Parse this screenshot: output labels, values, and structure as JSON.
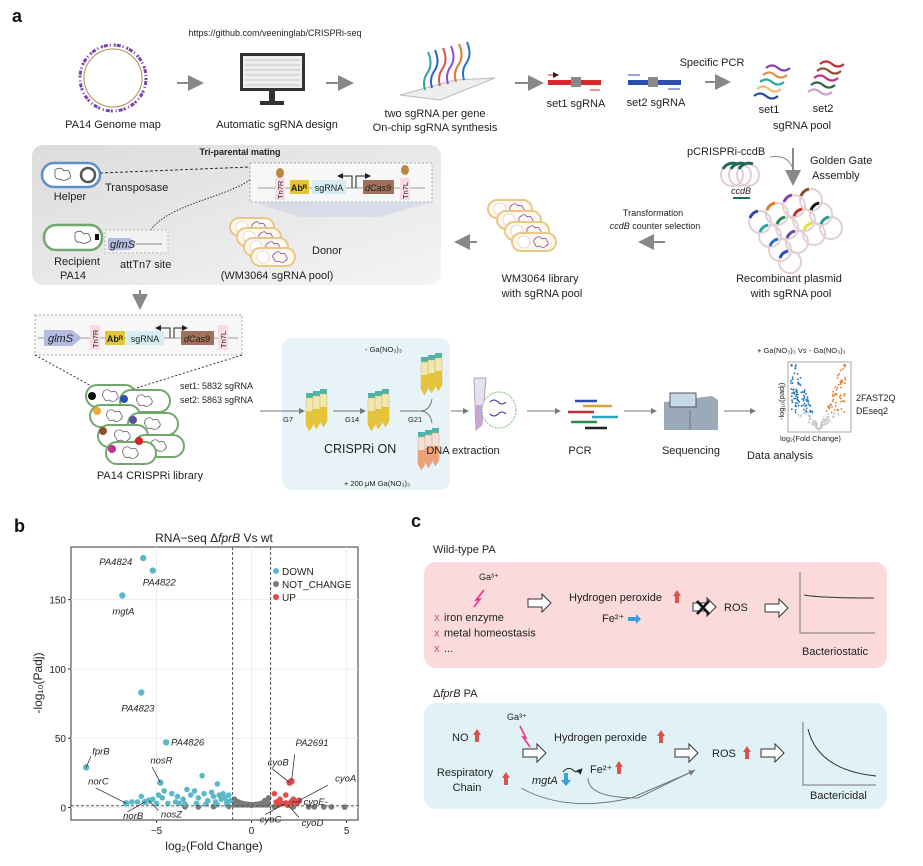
{
  "panel_a": {
    "label": "a",
    "url": "https://github.com/veeninglab/CRISPRi-seq",
    "genome_map": "PA14 Genome map",
    "sgrna_design": "Automatic sgRNA design",
    "chip_line1": "two sgRNA per gene",
    "chip_line2": "On-chip sgRNA synthesis",
    "set1_sgrna": "set1 sgRNA",
    "set2_sgrna": "set2 sgRNA",
    "specific_pcr": "Specific PCR",
    "pool_set1": "set1",
    "pool_set2": "set2",
    "sgrna_pool": "sgRNA pool",
    "pcrispri": "pCRISPRi-ccdB",
    "ccdb": "ccdB",
    "golden_gate_1": "Golden Gate",
    "golden_gate_2": "Assembly",
    "recombinant_1": "Recombinant plasmid",
    "recombinant_2": "with sgRNA pool",
    "transformation": "Transformation",
    "counter_sel_gene": "ccdB",
    "counter_sel_rest": " counter selection",
    "wm3064_1": "WM3064 library",
    "wm3064_2": "with sgRNA pool",
    "mating_title": "Tri-parental mating",
    "helper": "Helper",
    "transposase": "Transposase",
    "recipient": "Recipient",
    "pa14": "PA14",
    "glms": "glmS",
    "atttn7": "attTn7 site",
    "donor": "Donor",
    "donor_pool": "(WM3064 sgRNA pool)",
    "tn7r": "Tn7R",
    "tn7l": "Tn7L",
    "abr": "Abᴿ",
    "sgrna": "sgRNA",
    "dcas9": "dCas9",
    "set1_count": "set1: 5832 sgRNA",
    "set2_count": "set2: 5863 sgRNA",
    "library": "PA14 CRISPRi library",
    "g7": "G7",
    "g14": "G14",
    "g21": "G21",
    "minus_ga": "- Ga(NO₃)₃",
    "crispri_on": "CRISPRi ON",
    "plus_ga": "+ 200 μM Ga(NO₃)₃",
    "dna_extraction": "DNA extraction",
    "pcr": "PCR",
    "sequencing": "Sequencing",
    "mini_title": "+ Ga(NO₃)₃ Vs - Ga(NO₃)₃",
    "mini_ylabel": "-log₁₀(padj)",
    "mini_xlabel": "log₂(Fold Change)",
    "tool1": "2FAST2Q",
    "tool2": "DEseq2",
    "data_analysis": "Data analysis",
    "colors": {
      "down": "#1f6fb4",
      "up": "#e8731c",
      "ns": "#c8c8c8"
    }
  },
  "panel_b": {
    "label": "b"
  },
  "chart_data": {
    "type": "scatter",
    "title_pre": "RNA−seq Δ",
    "title_gene": "fprB",
    "title_post": "  Vs wt",
    "xlabel": "log₂(Fold Change)",
    "ylabel": "-log₁₀(Padj)",
    "xlim": [
      -9.5,
      5.6
    ],
    "ylim": [
      -9,
      188
    ],
    "xticks": [
      -5,
      0,
      5
    ],
    "yticks": [
      0,
      50,
      100,
      150
    ],
    "grid": true,
    "thresholds": {
      "log2fc": [
        -1,
        1
      ],
      "neg_log10_padj": 1.3
    },
    "legend": {
      "placement": "top-right",
      "entries": [
        {
          "name": "DOWN",
          "color": "#5bb8c9"
        },
        {
          "name": "NOT_CHANGE",
          "color": "#7a7a7a"
        },
        {
          "name": "UP",
          "color": "#e04b4b"
        }
      ]
    },
    "labeled_points": [
      {
        "gene": "PA4824",
        "x": -5.7,
        "y": 180,
        "group": "DOWN"
      },
      {
        "gene": "PA4822",
        "x": -5.2,
        "y": 171,
        "group": "DOWN"
      },
      {
        "gene": "mgtA",
        "x": -6.8,
        "y": 153,
        "group": "DOWN"
      },
      {
        "gene": "PA4823",
        "x": -5.8,
        "y": 83,
        "group": "DOWN"
      },
      {
        "gene": "PA4826",
        "x": -4.5,
        "y": 47,
        "group": "DOWN"
      },
      {
        "gene": "fprB",
        "x": -8.7,
        "y": 29,
        "group": "DOWN"
      },
      {
        "gene": "norC",
        "x": -6.6,
        "y": 3,
        "group": "DOWN"
      },
      {
        "gene": "norB",
        "x": -5.6,
        "y": 4,
        "group": "DOWN"
      },
      {
        "gene": "nosR",
        "x": -4.8,
        "y": 18,
        "group": "DOWN"
      },
      {
        "gene": "nosZ",
        "x": -5.4,
        "y": 5,
        "group": "DOWN"
      },
      {
        "gene": "PA2691",
        "x": 2.1,
        "y": 19,
        "group": "UP"
      },
      {
        "gene": "cyoB",
        "x": 2.0,
        "y": 18,
        "group": "UP"
      },
      {
        "gene": "cyoA",
        "x": 2.5,
        "y": 5,
        "group": "UP"
      },
      {
        "gene": "cyoE-",
        "x": 2.1,
        "y": 4,
        "group": "UP"
      },
      {
        "gene": "cyoC",
        "x": 1.8,
        "y": 3,
        "group": "UP"
      },
      {
        "gene": "cyoD",
        "x": 1.9,
        "y": 2,
        "group": "UP"
      }
    ],
    "down_points": [
      [
        -3.4,
        13
      ],
      [
        -2.6,
        23
      ],
      [
        -1.8,
        17
      ],
      [
        -4.6,
        12
      ],
      [
        -4.2,
        10
      ],
      [
        -3.9,
        8
      ],
      [
        -3.6,
        6
      ],
      [
        -3.2,
        9
      ],
      [
        -3.0,
        12
      ],
      [
        -2.8,
        7
      ],
      [
        -2.5,
        10
      ],
      [
        -2.3,
        5
      ],
      [
        -2.1,
        11
      ],
      [
        -2.0,
        8
      ],
      [
        -1.9,
        4
      ],
      [
        -1.7,
        9
      ],
      [
        -1.6,
        6
      ],
      [
        -1.5,
        10
      ],
      [
        -1.4,
        7
      ],
      [
        -1.3,
        4
      ],
      [
        -1.2,
        9
      ],
      [
        -1.1,
        5
      ],
      [
        -6.0,
        4
      ],
      [
        -5.8,
        8
      ],
      [
        -5.2,
        6
      ],
      [
        -5.0,
        3
      ],
      [
        -4.4,
        3
      ],
      [
        -4.0,
        4
      ],
      [
        -3.8,
        3
      ],
      [
        -3.5,
        2.5
      ],
      [
        -2.9,
        3
      ],
      [
        -2.4,
        2.5
      ],
      [
        -1.8,
        2
      ],
      [
        -1.3,
        2
      ],
      [
        -6.3,
        4
      ],
      [
        -4.9,
        9
      ],
      [
        -4.7,
        7
      ]
    ],
    "ns_points": [
      [
        -0.9,
        6
      ],
      [
        -0.7,
        4
      ],
      [
        -0.5,
        3
      ],
      [
        -0.3,
        2
      ],
      [
        0,
        1.5
      ],
      [
        0.3,
        2
      ],
      [
        0.5,
        3
      ],
      [
        0.7,
        5
      ],
      [
        0.9,
        7
      ],
      [
        -3.5,
        0.5
      ],
      [
        -2.8,
        0.4
      ],
      [
        -2.0,
        0.6
      ],
      [
        -1.2,
        0.8
      ],
      [
        1.2,
        0.6
      ],
      [
        2.2,
        0.5
      ],
      [
        3.0,
        0.4
      ],
      [
        3.3,
        0.5
      ],
      [
        3.8,
        0.4
      ],
      [
        4.2,
        0.4
      ],
      [
        4.9,
        0.3
      ]
    ],
    "up_points": [
      [
        1.2,
        10
      ],
      [
        1.5,
        6
      ],
      [
        1.8,
        9
      ],
      [
        1.3,
        4
      ],
      [
        1.6,
        3
      ],
      [
        2.2,
        6
      ],
      [
        1.4,
        2
      ],
      [
        2.4,
        3
      ]
    ]
  },
  "panel_c": {
    "label": "c",
    "wt_title": "Wild-type PA",
    "wt": {
      "ga": "Ga³⁺",
      "x_items": [
        "iron enzyme",
        "metal homeostasis",
        "..."
      ],
      "x_mark": "x",
      "h2o2": "Hydrogen peroxide",
      "fe": "Fe²⁺",
      "ros": "ROS",
      "outcome": "Bacteriostatic"
    },
    "mut_title_pre": "Δ",
    "mut_title_gene": "fprB",
    "mut_title_post": " PA",
    "mut": {
      "ga": "Ga³⁺",
      "no": "NO",
      "resp1": "Respiratory",
      "resp2": "Chain",
      "h2o2": "Hydrogen peroxide",
      "mgta": "mgtA",
      "fe": "Fe²⁺",
      "ros": "ROS",
      "outcome": "Bactericidal"
    },
    "colors": {
      "wt_box": "#fadadb",
      "mut_box": "#e0f2f6",
      "up_arrow": "#d9534f",
      "down_arrow": "#3aa0dc",
      "bolt": "#e8338a"
    }
  }
}
